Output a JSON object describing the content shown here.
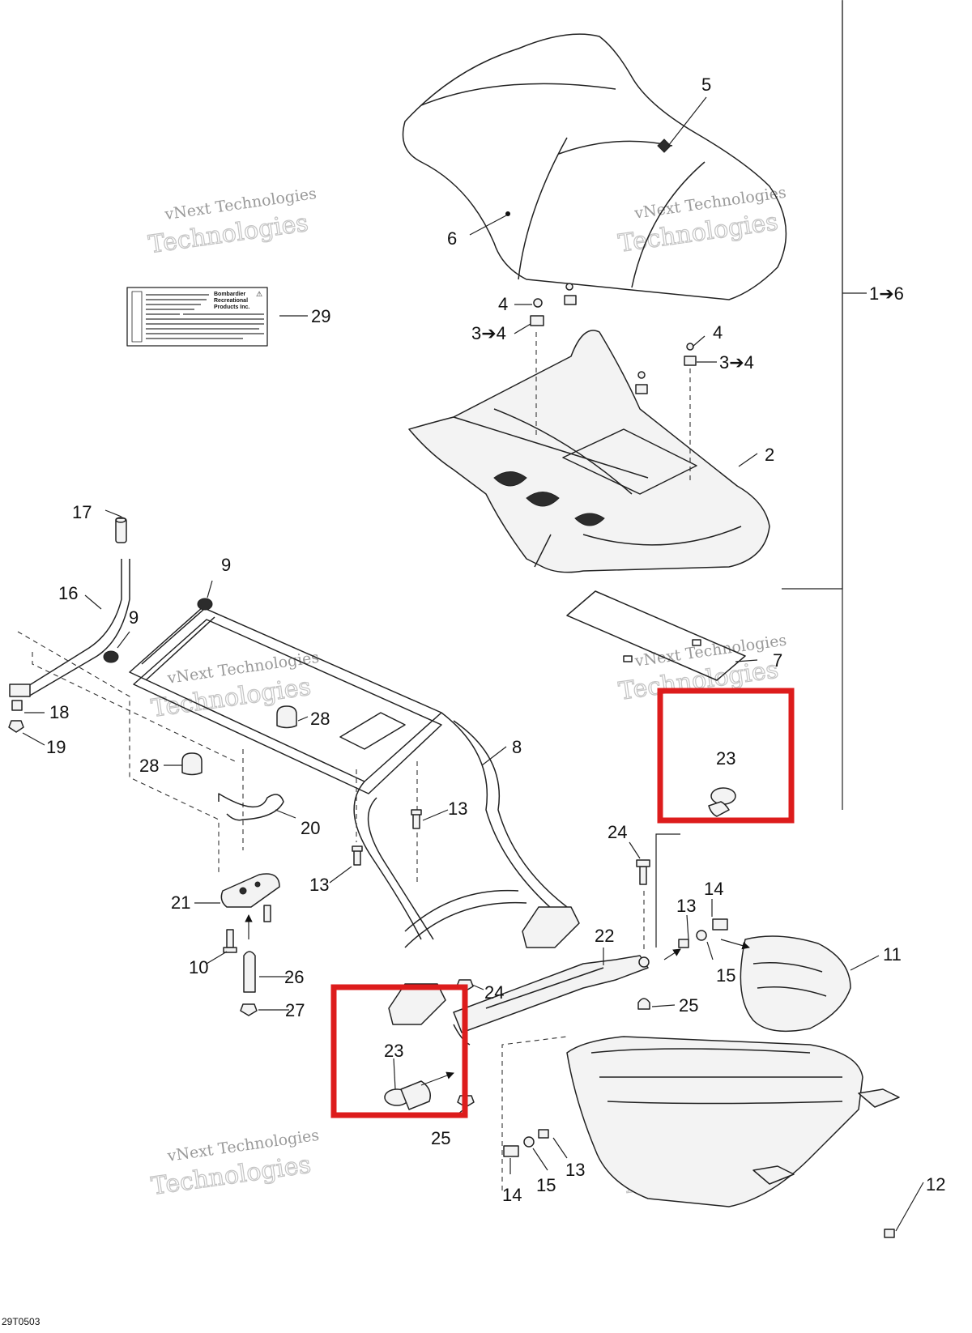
{
  "diagram_code": "29T0503",
  "watermark": {
    "line1": "vNext Technologies",
    "line2": "Technologies"
  },
  "range_label": "1➔6",
  "decal": {
    "brand_lines": [
      "Bombardier",
      "Recreational",
      "Products Inc."
    ],
    "warning_symbol": "⚠"
  },
  "callouts": [
    {
      "id": "c5",
      "label": "5"
    },
    {
      "id": "c6",
      "label": "6"
    },
    {
      "id": "c29",
      "label": "29"
    },
    {
      "id": "c4a",
      "label": "4"
    },
    {
      "id": "c34a",
      "label": "3➔4"
    },
    {
      "id": "c4b",
      "label": "4"
    },
    {
      "id": "c34b",
      "label": "3➔4"
    },
    {
      "id": "c2",
      "label": "2"
    },
    {
      "id": "c17",
      "label": "17"
    },
    {
      "id": "c9a",
      "label": "9"
    },
    {
      "id": "c16",
      "label": "16"
    },
    {
      "id": "c9b",
      "label": "9"
    },
    {
      "id": "c7",
      "label": "7"
    },
    {
      "id": "c18",
      "label": "18"
    },
    {
      "id": "c28a",
      "label": "28"
    },
    {
      "id": "c19",
      "label": "19"
    },
    {
      "id": "c8",
      "label": "8"
    },
    {
      "id": "c28b",
      "label": "28"
    },
    {
      "id": "c23a",
      "label": "23"
    },
    {
      "id": "c13a",
      "label": "13"
    },
    {
      "id": "c20",
      "label": "20"
    },
    {
      "id": "c24a",
      "label": "24"
    },
    {
      "id": "c13b",
      "label": "13"
    },
    {
      "id": "c14a",
      "label": "14"
    },
    {
      "id": "c21",
      "label": "21"
    },
    {
      "id": "c13c",
      "label": "13"
    },
    {
      "id": "c22",
      "label": "22"
    },
    {
      "id": "c11",
      "label": "11"
    },
    {
      "id": "c10",
      "label": "10"
    },
    {
      "id": "c15a",
      "label": "15"
    },
    {
      "id": "c26",
      "label": "26"
    },
    {
      "id": "c24b",
      "label": "24"
    },
    {
      "id": "c25a",
      "label": "25"
    },
    {
      "id": "c27",
      "label": "27"
    },
    {
      "id": "c23b",
      "label": "23"
    },
    {
      "id": "c25b",
      "label": "25"
    },
    {
      "id": "c13d",
      "label": "13"
    },
    {
      "id": "c14b",
      "label": "14"
    },
    {
      "id": "c15b",
      "label": "15"
    },
    {
      "id": "c12",
      "label": "12"
    }
  ],
  "highlight_color": "#dd1c1c"
}
